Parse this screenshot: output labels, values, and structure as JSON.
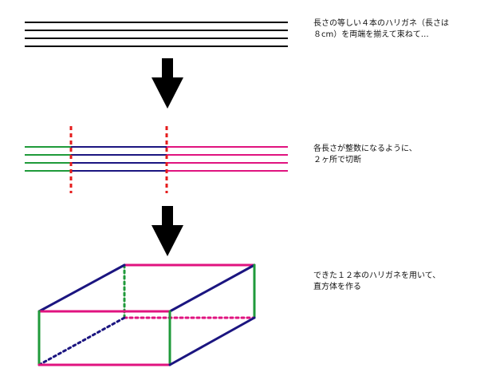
{
  "captions": {
    "step1": "長さの等しい４本のハリガネ（長さは\n８cm）を両端を揃えて束ねて…",
    "step2": "各長さが整数になるように、\n２ヶ所で切断",
    "step3": "できた１２本のハリガネを用いて、\n直方体を作る"
  },
  "colors": {
    "wire": "#000000",
    "green": "#1f9a3a",
    "navy": "#1b1580",
    "magenta": "#e0137f",
    "cut": "#e51c1c",
    "arrow": "#000000"
  }
}
